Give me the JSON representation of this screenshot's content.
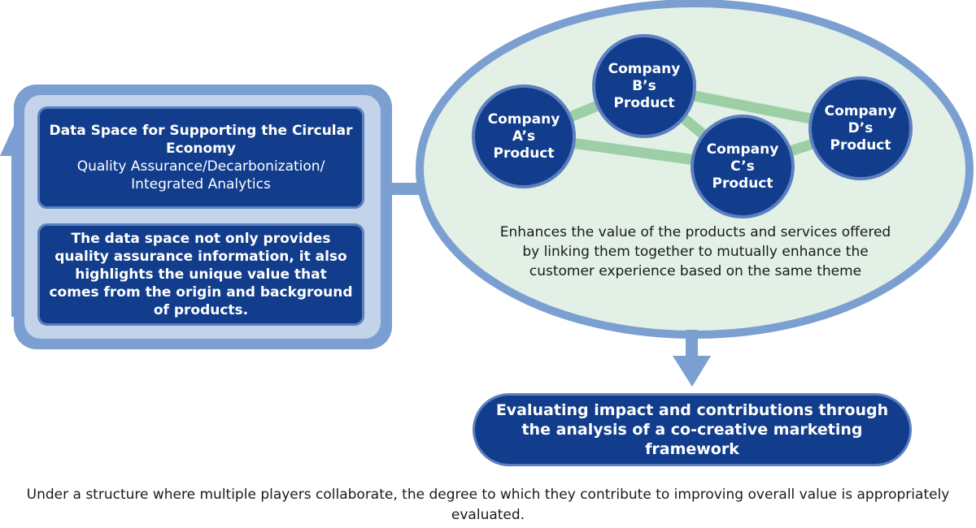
{
  "left_panel": {
    "title_box": {
      "title": "Data Space for Supporting the Circular Economy",
      "subtitle_line1": "Quality Assurance/Decarbonization/",
      "subtitle_line2": "Integrated Analytics"
    },
    "info_box": {
      "text": "The data space not only provides quality assurance information, it also highlights the unique value that comes from the origin and background of products."
    }
  },
  "ecosystem": {
    "nodes": [
      {
        "id": "a",
        "line1": "Company",
        "line2": "A’s",
        "line3": "Product"
      },
      {
        "id": "b",
        "line1": "Company",
        "line2": "B’s",
        "line3": "Product"
      },
      {
        "id": "c",
        "line1": "Company",
        "line2": "C’s",
        "line3": "Product"
      },
      {
        "id": "d",
        "line1": "Company",
        "line2": "D’s",
        "line3": "Product"
      }
    ],
    "links": [
      [
        "a",
        "b"
      ],
      [
        "a",
        "c"
      ],
      [
        "b",
        "c"
      ],
      [
        "b",
        "d"
      ],
      [
        "c",
        "d"
      ]
    ],
    "description": "Enhances the value of the products and services offered by linking them together to mutually enhance the customer experience based on the same theme"
  },
  "evaluation_box": {
    "text": "Evaluating impact and contributions through the analysis of a co-creative marketing framework"
  },
  "caption": "Under a structure where multiple players collaborate, the degree to which they contribute to improving overall value is appropriately evaluated.",
  "colors": {
    "dark_blue": "#123d8c",
    "mid_blue": "#7b9fd0",
    "light_blue": "#c2d3ea",
    "link_green": "#9ccfa6",
    "ellipse_fill": "#e2f0e5"
  }
}
